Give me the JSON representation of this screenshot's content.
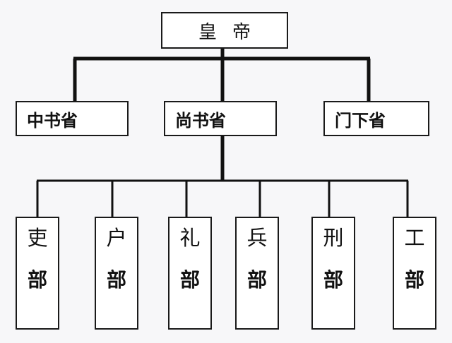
{
  "nodes": {
    "emperor": "皇帝",
    "provinces": [
      "中书省",
      "尚书省",
      "门下省"
    ],
    "ministries": [
      [
        "吏",
        "部"
      ],
      [
        "户",
        "部"
      ],
      [
        "礼",
        "部"
      ],
      [
        "兵",
        "部"
      ],
      [
        "刑",
        "部"
      ],
      [
        "工",
        "部"
      ]
    ]
  },
  "edges": [
    [
      "皇帝",
      "中书省"
    ],
    [
      "皇帝",
      "尚书省"
    ],
    [
      "皇帝",
      "门下省"
    ],
    [
      "尚书省",
      "吏部"
    ],
    [
      "尚书省",
      "户部"
    ],
    [
      "尚书省",
      "礼部"
    ],
    [
      "尚书省",
      "兵部"
    ],
    [
      "尚书省",
      "刑部"
    ],
    [
      "尚书省",
      "工部"
    ]
  ],
  "style": {
    "line_color": "#111111",
    "box_border": "#1a1a1a",
    "background": "#f7f7f9"
  }
}
